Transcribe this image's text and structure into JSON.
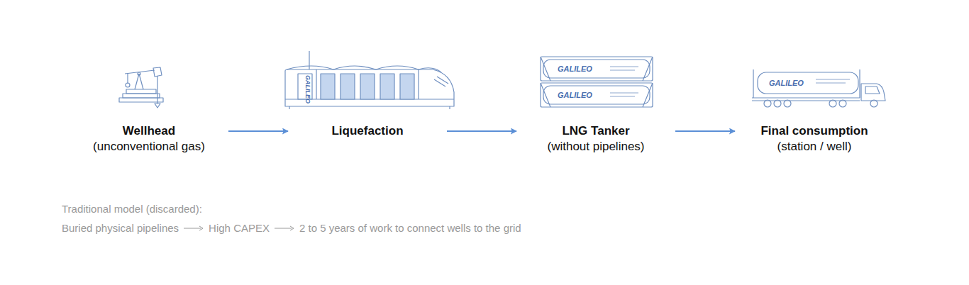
{
  "diagram": {
    "nodes": [
      {
        "text": [
          "Wellhead",
          "(unconventional gas)"
        ]
      },
      {
        "text": [
          "Liquefaction"
        ]
      },
      {
        "text": [
          "LNG Tanker",
          "(without pipelines)"
        ]
      },
      {
        "text": [
          "Final consumption",
          "(station / well)"
        ]
      }
    ],
    "edges": [
      {
        "from": 0,
        "to": 1,
        "arrow": "to"
      },
      {
        "from": 1,
        "to": 2,
        "arrow": "to"
      },
      {
        "from": 2,
        "to": 3,
        "arrow": "to"
      }
    ],
    "labels": [
      "GALILEO",
      "GALILEO",
      "GALILEO",
      "GALILEO",
      "Traditional model (discarded):",
      "Buried physical pipelines",
      "High CAPEX",
      "2 to 5 years of work to connect wells to the grid"
    ]
  }
}
